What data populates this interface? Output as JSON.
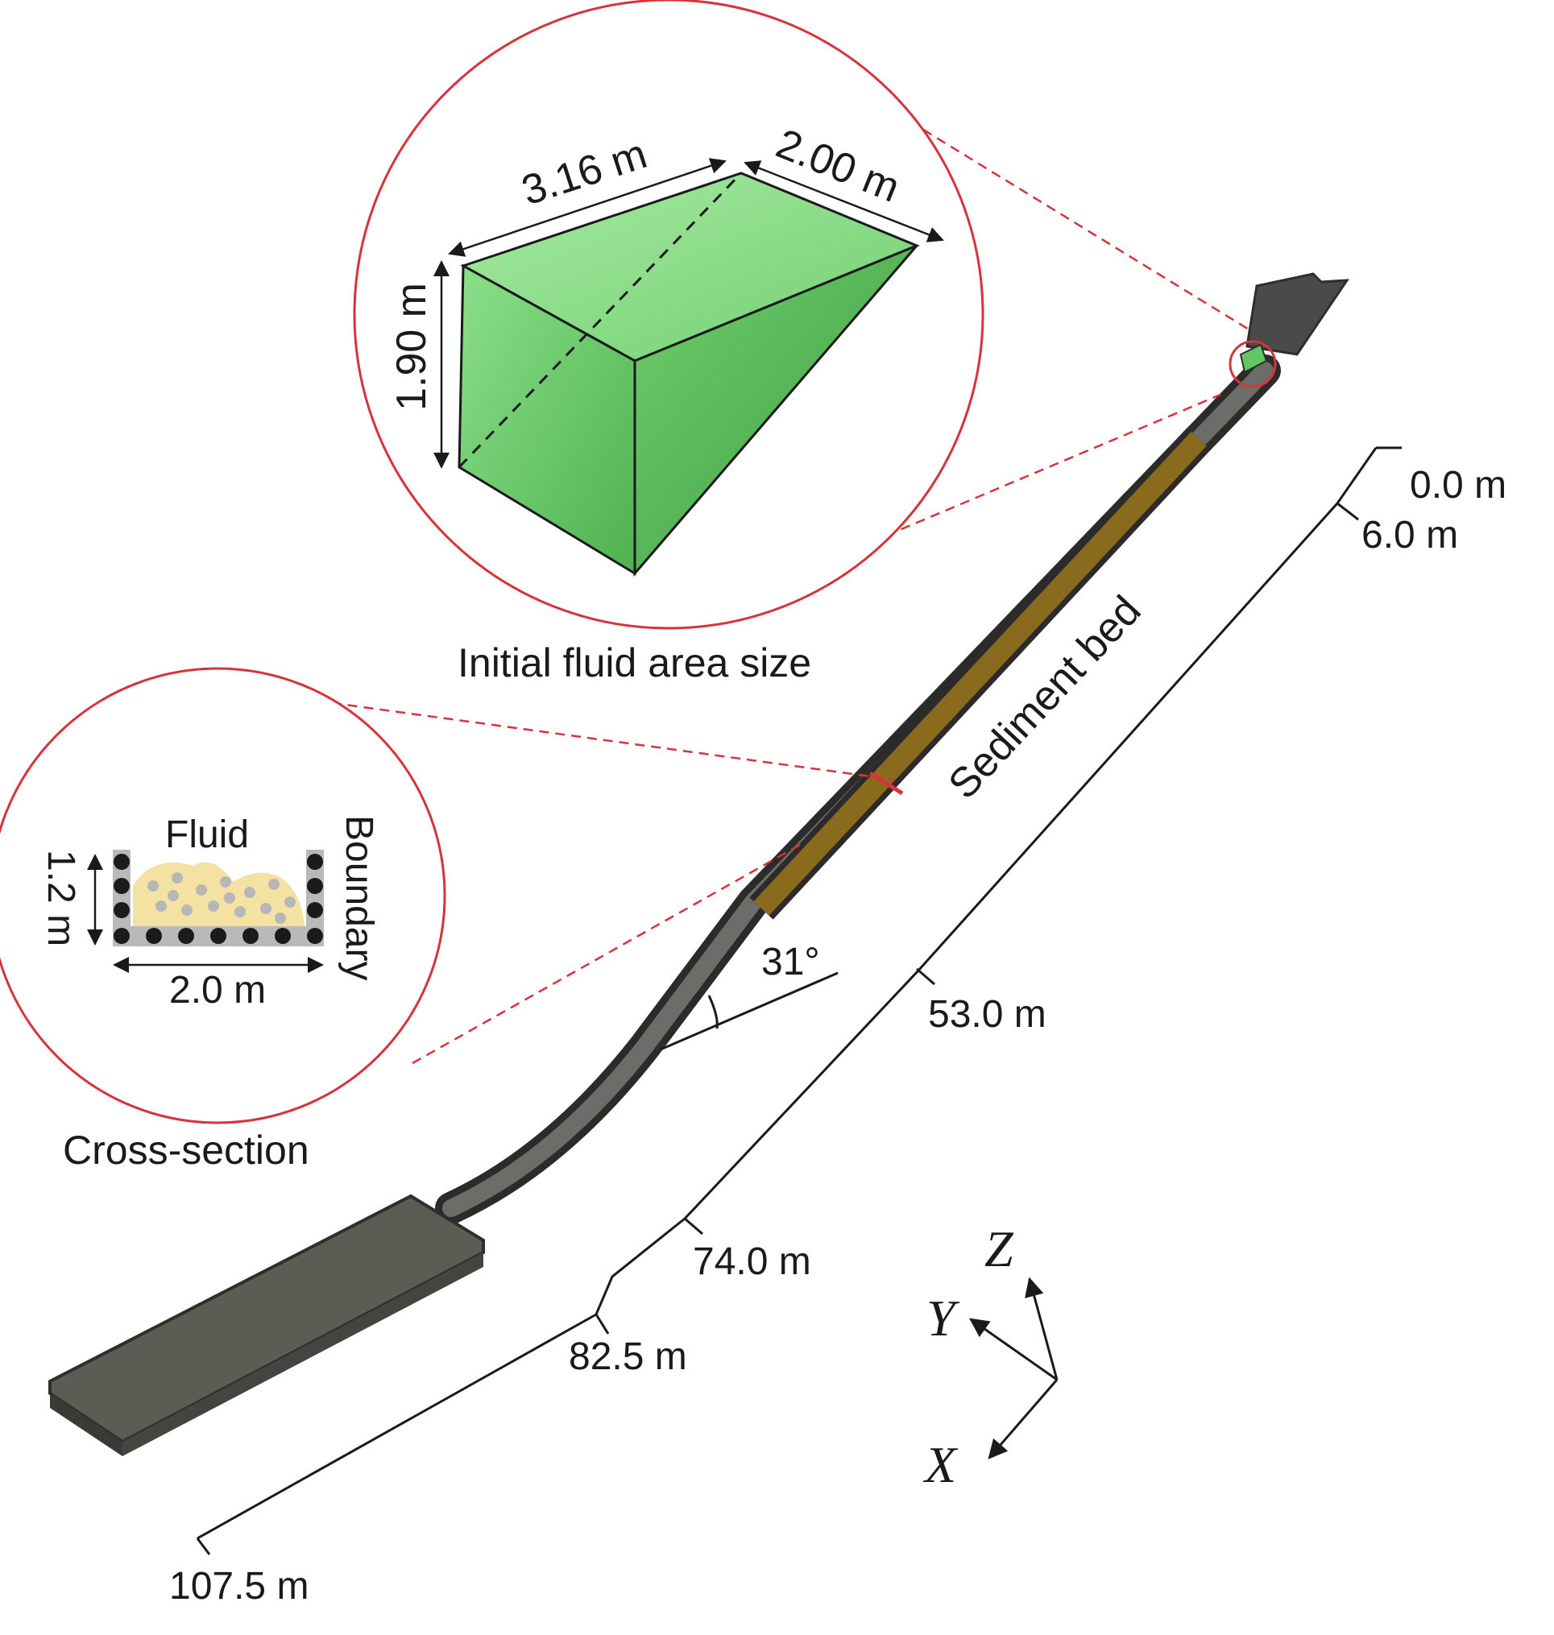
{
  "zoom_fluid": {
    "caption": "Initial fluid area size",
    "length": "3.16 m",
    "width": "2.00 m",
    "height": "1.90 m"
  },
  "zoom_section": {
    "caption": "Cross-section",
    "fluid": "Fluid",
    "boundary": "Boundary",
    "height": "1.2 m",
    "width": "2.0 m"
  },
  "channel": {
    "sediment_label": "Sediment bed",
    "angle": "31°"
  },
  "profile": {
    "marks": [
      "0.0 m",
      "6.0 m",
      "53.0 m",
      "74.0 m",
      "82.5 m",
      "107.5 m"
    ]
  },
  "axes": {
    "z": "Z",
    "y": "Y",
    "x": "X"
  },
  "colors": {
    "zoom_ring": "#d7333a",
    "fluid_green": "#63c563",
    "sediment": "#8a6a1c",
    "channel": "#595956",
    "particle_fluid": "#f4e2a2",
    "particle_boundary": "#1b1b1b"
  }
}
